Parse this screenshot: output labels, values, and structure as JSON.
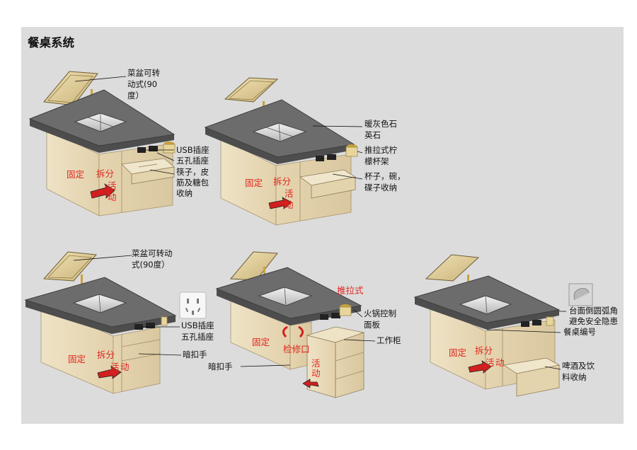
{
  "title": "餐桌系统",
  "colors": {
    "panel_bg": "#dcdcdc",
    "table_top": "#6c6c6c",
    "wood": "#eadcbc",
    "wood_side": "#ddcca6",
    "red_label": "#e0261f"
  },
  "icons": [
    "arrow-right-icon",
    "rotate-arrows-icon",
    "arrow-left-icon",
    "usb-socket-icon",
    "power-outlet-icon",
    "rounded-corner-closeup-icon"
  ],
  "units": [
    {
      "id": "u1",
      "labels": {
        "tray": [
          "菜盆可转",
          "动式(90",
          "度）"
        ],
        "usb": "USB插座",
        "outlet": "五孔插座",
        "drawer": [
          "筷子，皮",
          "筋及糖包",
          "收纳"
        ]
      },
      "red": {
        "fixed": "固定",
        "split": "拆分",
        "move1": "活",
        "move2": "动"
      }
    },
    {
      "id": "u2",
      "labels": {
        "top": [
          "暖灰色石",
          "英石"
        ],
        "cup": [
          "推拉式柠",
          "檬杯架"
        ],
        "drawer": [
          "杯子，碗，",
          "碟子收纳"
        ]
      },
      "red": {
        "fixed": "固定",
        "split": "拆分",
        "move1": "活",
        "move2": "动"
      }
    },
    {
      "id": "u3",
      "labels": {
        "tray": [
          "菜盆可转动",
          "式(90度）"
        ],
        "usb": "USB插座",
        "outlet": "五孔插座",
        "handle": "暗扣手"
      },
      "red": {
        "fixed": "固定",
        "split": "拆分",
        "move1": "活",
        "move2": "动"
      }
    },
    {
      "id": "u4",
      "labels": {
        "panel": [
          "火锅控制",
          "面板"
        ],
        "cabinet": "工作柜",
        "handle": "暗扣手"
      },
      "red": {
        "pull": "推拉式",
        "fixed": "固定",
        "access": "检修口",
        "move1": "活",
        "move2": "动"
      }
    },
    {
      "id": "u5",
      "labels": {
        "corner": [
          "台面倒圆弧角",
          "避免安全隐患"
        ],
        "number": "餐桌编号",
        "beer": [
          "啤酒及饮",
          "料收纳"
        ]
      },
      "red": {
        "fixed": "固定",
        "split": "拆分",
        "move1": "活",
        "move2": "动"
      }
    }
  ]
}
